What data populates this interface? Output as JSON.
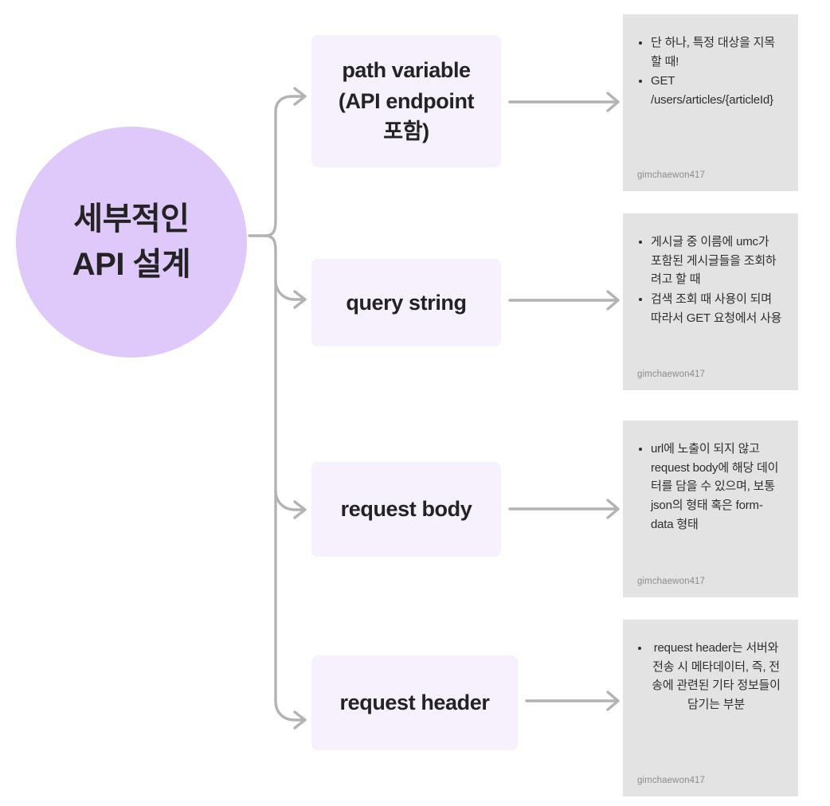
{
  "diagram": {
    "title": "세부적인 API 설계 다이어그램",
    "colors": {
      "circle_fill": "#dfc9fa",
      "box_fill": "#f7f0fd",
      "note_fill": "#e3e3e3",
      "connector": "#b3b3b3",
      "text": "#232323",
      "author_text": "#8c8c8c",
      "background": "#ffffff"
    },
    "root": {
      "line1": "세부적인",
      "line2": "API 설계"
    },
    "nodes": [
      {
        "id": "path-variable",
        "lines": [
          "path variable",
          "(API endpoint",
          "포함)"
        ]
      },
      {
        "id": "query-string",
        "lines": [
          "query string"
        ]
      },
      {
        "id": "request-body",
        "lines": [
          "request body"
        ]
      },
      {
        "id": "request-header",
        "lines": [
          "request header"
        ]
      }
    ],
    "notes": [
      {
        "id": "note-path-variable",
        "bullets": [
          "단 하나, 특정 대상을 지목할 때!",
          "GET /users/articles/{articleId}"
        ],
        "author": "gimchaewon417"
      },
      {
        "id": "note-query-string",
        "bullets": [
          "게시글 중 이름에 umc가 포함된 게시글들을 조회하려고 할 때",
          " 검색 조회 때 사용이 되며 따라서 GET 요청에서 사용"
        ],
        "author": "gimchaewon417"
      },
      {
        "id": "note-request-body",
        "bullets": [
          "url에 노출이 되지 않고 request body에 해당 데이터를 담을 수 있으며, 보통 json의 형태 혹은 form-data 형태"
        ],
        "author": "gimchaewon417"
      },
      {
        "id": "note-request-header",
        "bullets": [
          "request header는 서버와 전송 시 메타데이터, 즉, 전송에 관련된 기타 정보들이 담기는 부분"
        ],
        "author": "gimchaewon417"
      }
    ]
  }
}
